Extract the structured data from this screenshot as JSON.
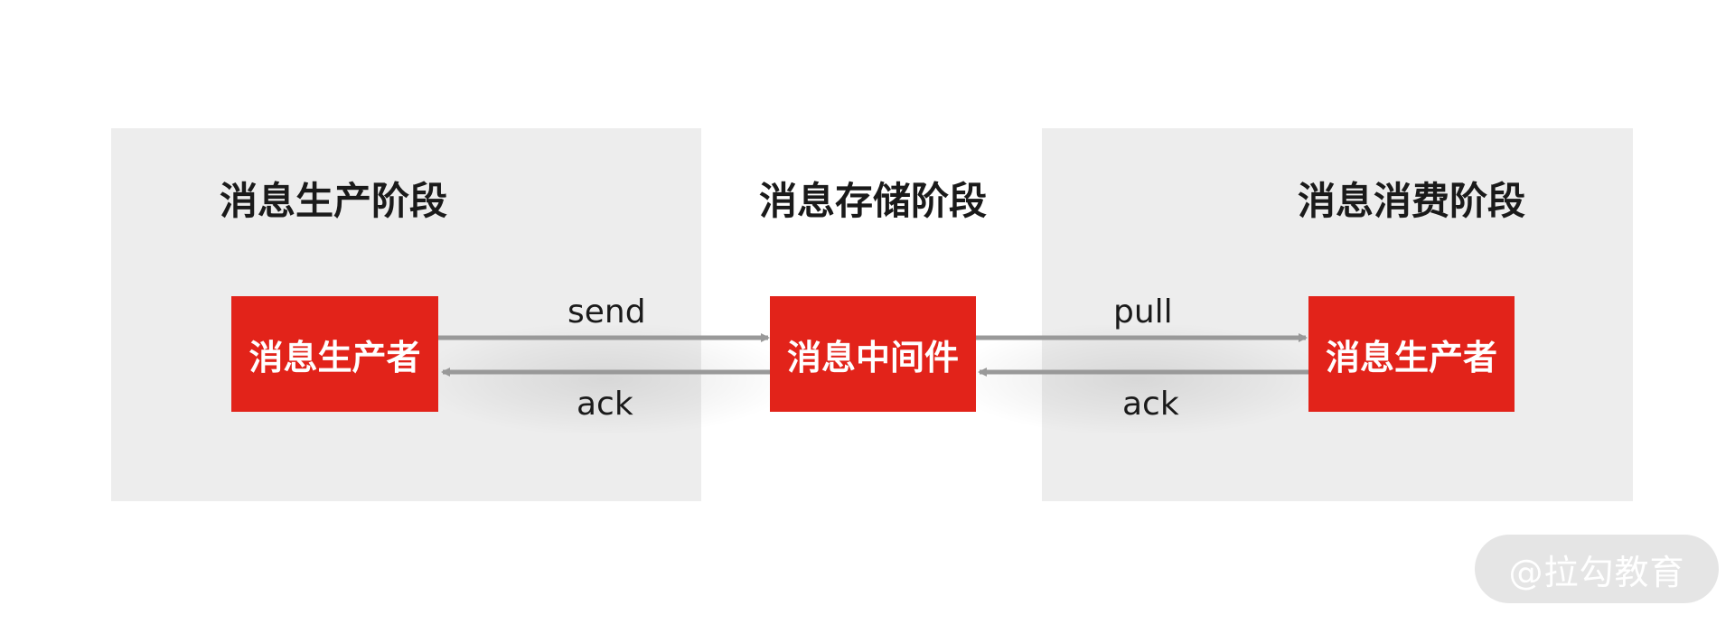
{
  "stages": {
    "production": {
      "title": "消息生产阶段"
    },
    "storage": {
      "title": "消息存储阶段"
    },
    "consumption": {
      "title": "消息消费阶段"
    }
  },
  "nodes": {
    "producer": {
      "label": "消息生产者"
    },
    "broker": {
      "label": "消息中间件"
    },
    "consumer": {
      "label": "消息生产者"
    }
  },
  "edges": {
    "send": {
      "label": "send"
    },
    "ack_left": {
      "label": "ack"
    },
    "pull": {
      "label": "pull"
    },
    "ack_right": {
      "label": "ack"
    }
  },
  "colors": {
    "panel": "#ededed",
    "node": "#e2231a",
    "arrow": "#999999"
  },
  "watermark": {
    "text": "@拉勾教育"
  }
}
